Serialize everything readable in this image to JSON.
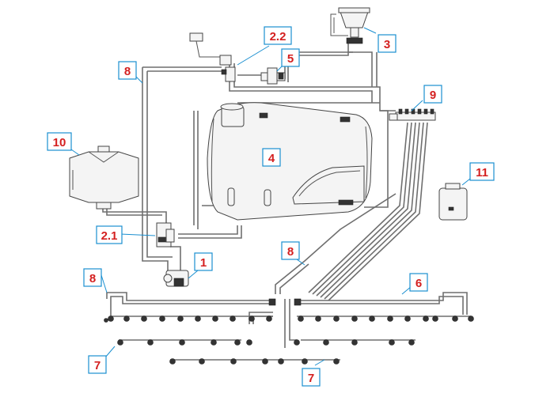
{
  "colors": {
    "label_text": "#d42020",
    "label_border": "#1a8fd0",
    "pipe": "#6f6f6f",
    "component_outline": "#444444"
  },
  "labels": [
    {
      "id": "1",
      "text": "1"
    },
    {
      "id": "2_1",
      "text": "2.1"
    },
    {
      "id": "2_2",
      "text": "2.2"
    },
    {
      "id": "3",
      "text": "3"
    },
    {
      "id": "4",
      "text": "4"
    },
    {
      "id": "5",
      "text": "5"
    },
    {
      "id": "6",
      "text": "6"
    },
    {
      "id": "7a",
      "text": "7"
    },
    {
      "id": "7b",
      "text": "7"
    },
    {
      "id": "8a",
      "text": "8"
    },
    {
      "id": "8b",
      "text": "8"
    },
    {
      "id": "8c",
      "text": "8"
    },
    {
      "id": "9",
      "text": "9"
    },
    {
      "id": "10",
      "text": "10"
    },
    {
      "id": "11",
      "text": "11"
    }
  ]
}
